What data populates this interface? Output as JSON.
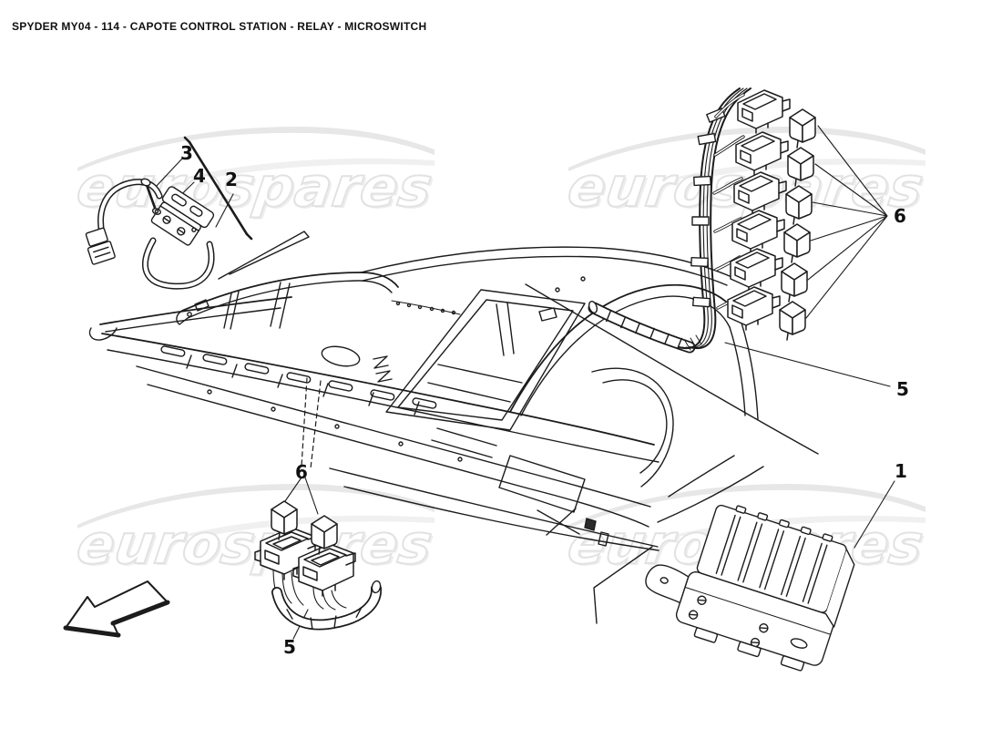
{
  "title": "SPYDER MY04 - 114 - CAPOTE CONTROL STATION - RELAY - MICROSWITCH",
  "watermark": {
    "text": "eurospares"
  },
  "callouts": {
    "part1": {
      "label": "1"
    },
    "part2": {
      "label": "2"
    },
    "part3": {
      "label": "3"
    },
    "part4": {
      "label": "4"
    },
    "part5_right": {
      "label": "5"
    },
    "part5_bottom": {
      "label": "5"
    },
    "part6_right": {
      "label": "6"
    },
    "part6_bottom": {
      "label": "6"
    }
  },
  "colors": {
    "line": "#1c1c1c",
    "watermark": "#e2e2e2",
    "background": "#ffffff"
  }
}
